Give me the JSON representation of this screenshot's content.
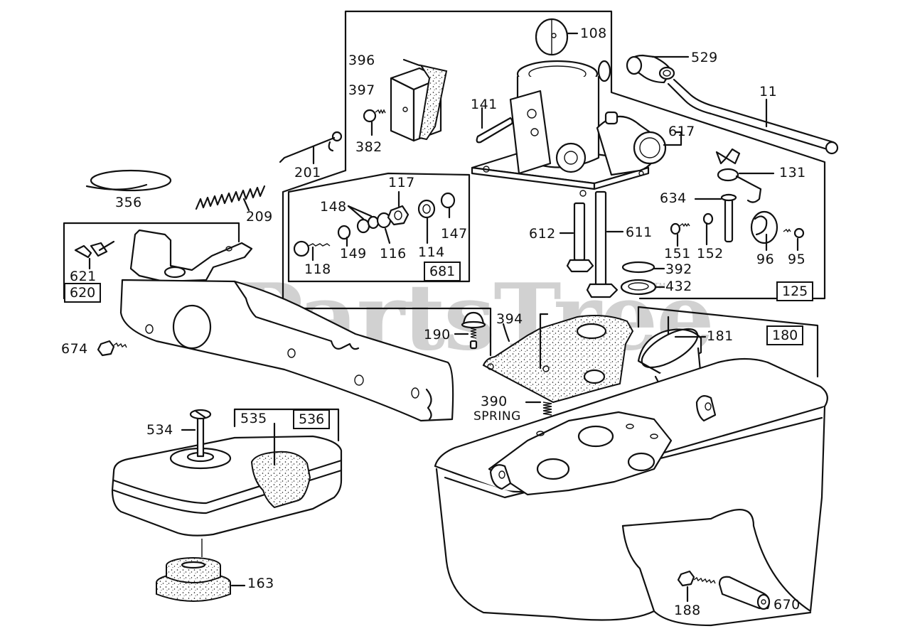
{
  "diagram": {
    "type": "exploded-parts-diagram",
    "subject": "Carburetor and fuel tank assembly",
    "watermark": "PartsTree",
    "watermark_tm": "TM",
    "colors": {
      "ink": "#111111",
      "watermark": "#c9c9c9",
      "background": "#ffffff"
    },
    "assembly_boxes": [
      {
        "id": "681",
        "label": "681"
      },
      {
        "id": "620",
        "label": "620"
      },
      {
        "id": "125",
        "label": "125"
      },
      {
        "id": "180",
        "label": "180"
      },
      {
        "id": "536",
        "label": "536"
      }
    ],
    "part_labels": [
      {
        "id": "108",
        "label": "108"
      },
      {
        "id": "396",
        "label": "396"
      },
      {
        "id": "397",
        "label": "397"
      },
      {
        "id": "382",
        "label": "382"
      },
      {
        "id": "141",
        "label": "141"
      },
      {
        "id": "201",
        "label": "201"
      },
      {
        "id": "529",
        "label": "529"
      },
      {
        "id": "11",
        "label": "11"
      },
      {
        "id": "617",
        "label": "617"
      },
      {
        "id": "131",
        "label": "131"
      },
      {
        "id": "634",
        "label": "634"
      },
      {
        "id": "356",
        "label": "356"
      },
      {
        "id": "209",
        "label": "209"
      },
      {
        "id": "117",
        "label": "117"
      },
      {
        "id": "148",
        "label": "148"
      },
      {
        "id": "147",
        "label": "147"
      },
      {
        "id": "149",
        "label": "149"
      },
      {
        "id": "116",
        "label": "116"
      },
      {
        "id": "114",
        "label": "114"
      },
      {
        "id": "118",
        "label": "118"
      },
      {
        "id": "621",
        "label": "621"
      },
      {
        "id": "612",
        "label": "612"
      },
      {
        "id": "611",
        "label": "611"
      },
      {
        "id": "151",
        "label": "151"
      },
      {
        "id": "152",
        "label": "152"
      },
      {
        "id": "96",
        "label": "96"
      },
      {
        "id": "95",
        "label": "95"
      },
      {
        "id": "392",
        "label": "392"
      },
      {
        "id": "432",
        "label": "432"
      },
      {
        "id": "674",
        "label": "674"
      },
      {
        "id": "190",
        "label": "190"
      },
      {
        "id": "394",
        "label": "394"
      },
      {
        "id": "181",
        "label": "181"
      },
      {
        "id": "390",
        "label": "390"
      },
      {
        "id": "390s",
        "label": "SPRING"
      },
      {
        "id": "534",
        "label": "534"
      },
      {
        "id": "535",
        "label": "535"
      },
      {
        "id": "163",
        "label": "163"
      },
      {
        "id": "188",
        "label": "188"
      },
      {
        "id": "670",
        "label": "670"
      }
    ]
  }
}
